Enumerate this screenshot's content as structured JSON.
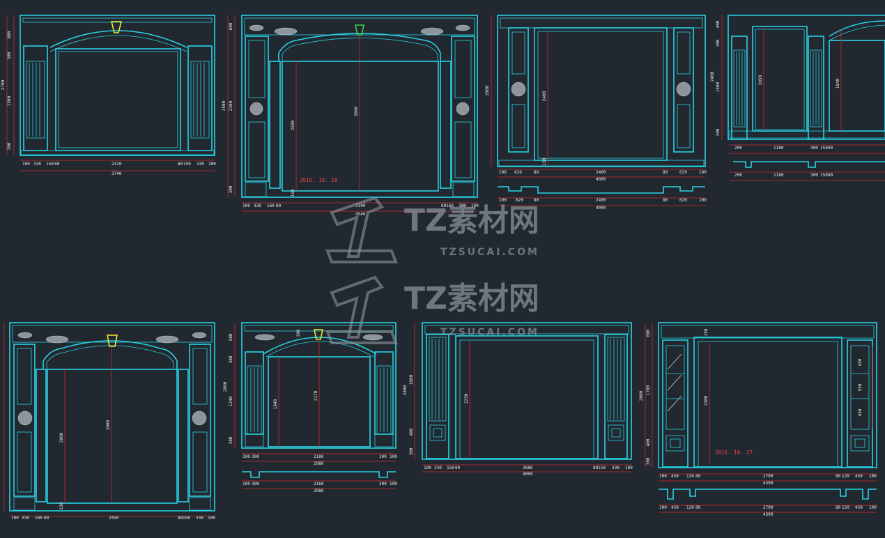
{
  "drawing": {
    "accent_color": "#29d3e3",
    "dimension_color": "#d52a2a",
    "background_color": "#212830",
    "watermark": {
      "brand": "TZ素材网",
      "site": "TZSUCAI.COM"
    },
    "dates": [
      "2016. 10. 18",
      "2016. 10. 27"
    ],
    "panels": {
      "p1": {
        "top_dims": [
          "100",
          "330",
          "150",
          "80",
          "2320",
          "80",
          "150",
          "330",
          "100"
        ],
        "total": "3740",
        "side_dims": [
          "600",
          "300",
          "2700",
          "1500",
          "300"
        ]
      },
      "p2": {
        "inner": [
          "2500",
          "3000",
          "150"
        ],
        "top_dims": [
          "100",
          "330",
          "160",
          "80",
          "3100",
          "80",
          "160",
          "330",
          "100"
        ],
        "total": "4540",
        "side_dims": [
          "600",
          "3500",
          "2300",
          "300"
        ]
      },
      "p3": {
        "inner": [
          "2400",
          "150"
        ],
        "top_dims": [
          "100",
          "620",
          "80",
          "2400",
          "80",
          "620",
          "100"
        ],
        "total": "4000",
        "plan_dims": [
          "100",
          "620",
          "80",
          "2400",
          "80",
          "620",
          "100"
        ],
        "plan_total": "4000",
        "side_dims": [
          "2900"
        ]
      },
      "p4": {
        "inner": [
          "2050",
          "1840"
        ],
        "top_dims": [
          "200",
          "1180",
          "300",
          "150",
          "80"
        ],
        "plan_dims": [
          "200",
          "1180",
          "300",
          "150",
          "80"
        ],
        "side_dims": [
          "400",
          "300",
          "2400",
          "1400",
          "300"
        ]
      },
      "p5": {
        "inner": [
          "2800",
          "3000",
          "150"
        ],
        "top_dims": [
          "100",
          "330",
          "160",
          "80",
          "2450",
          "80",
          "150",
          "330",
          "100"
        ]
      },
      "p6": {
        "inner": [
          "1840",
          "2170",
          "200"
        ],
        "top_dims": [
          "100",
          "300",
          "2180",
          "300",
          "100"
        ],
        "total": "2980",
        "plan_dims": [
          "100",
          "300",
          "2160",
          "300",
          "100"
        ],
        "plan_total": "2980",
        "side_dims": [
          "500",
          "300",
          "2800",
          "1240",
          "300"
        ]
      },
      "p7": {
        "inner": [
          "2250"
        ],
        "top_dims": [
          "100",
          "330",
          "150",
          "80",
          "2680",
          "80",
          "150",
          "330",
          "100"
        ],
        "total": "4000",
        "side_dims": [
          "2400",
          "1600",
          "400",
          "300"
        ]
      },
      "p8": {
        "inner": [
          "2300",
          "150",
          "450",
          "550",
          "450"
        ],
        "top_dims": [
          "100",
          "450",
          "120",
          "80",
          "2700",
          "80",
          "120",
          "450",
          "100"
        ],
        "total": "4300",
        "plan_dims": [
          "100",
          "450",
          "120",
          "80",
          "2700",
          "80",
          "120",
          "450",
          "100"
        ],
        "plan_total": "4300",
        "side_dims": [
          "600",
          "2600",
          "1700",
          "400",
          "300"
        ]
      }
    }
  }
}
